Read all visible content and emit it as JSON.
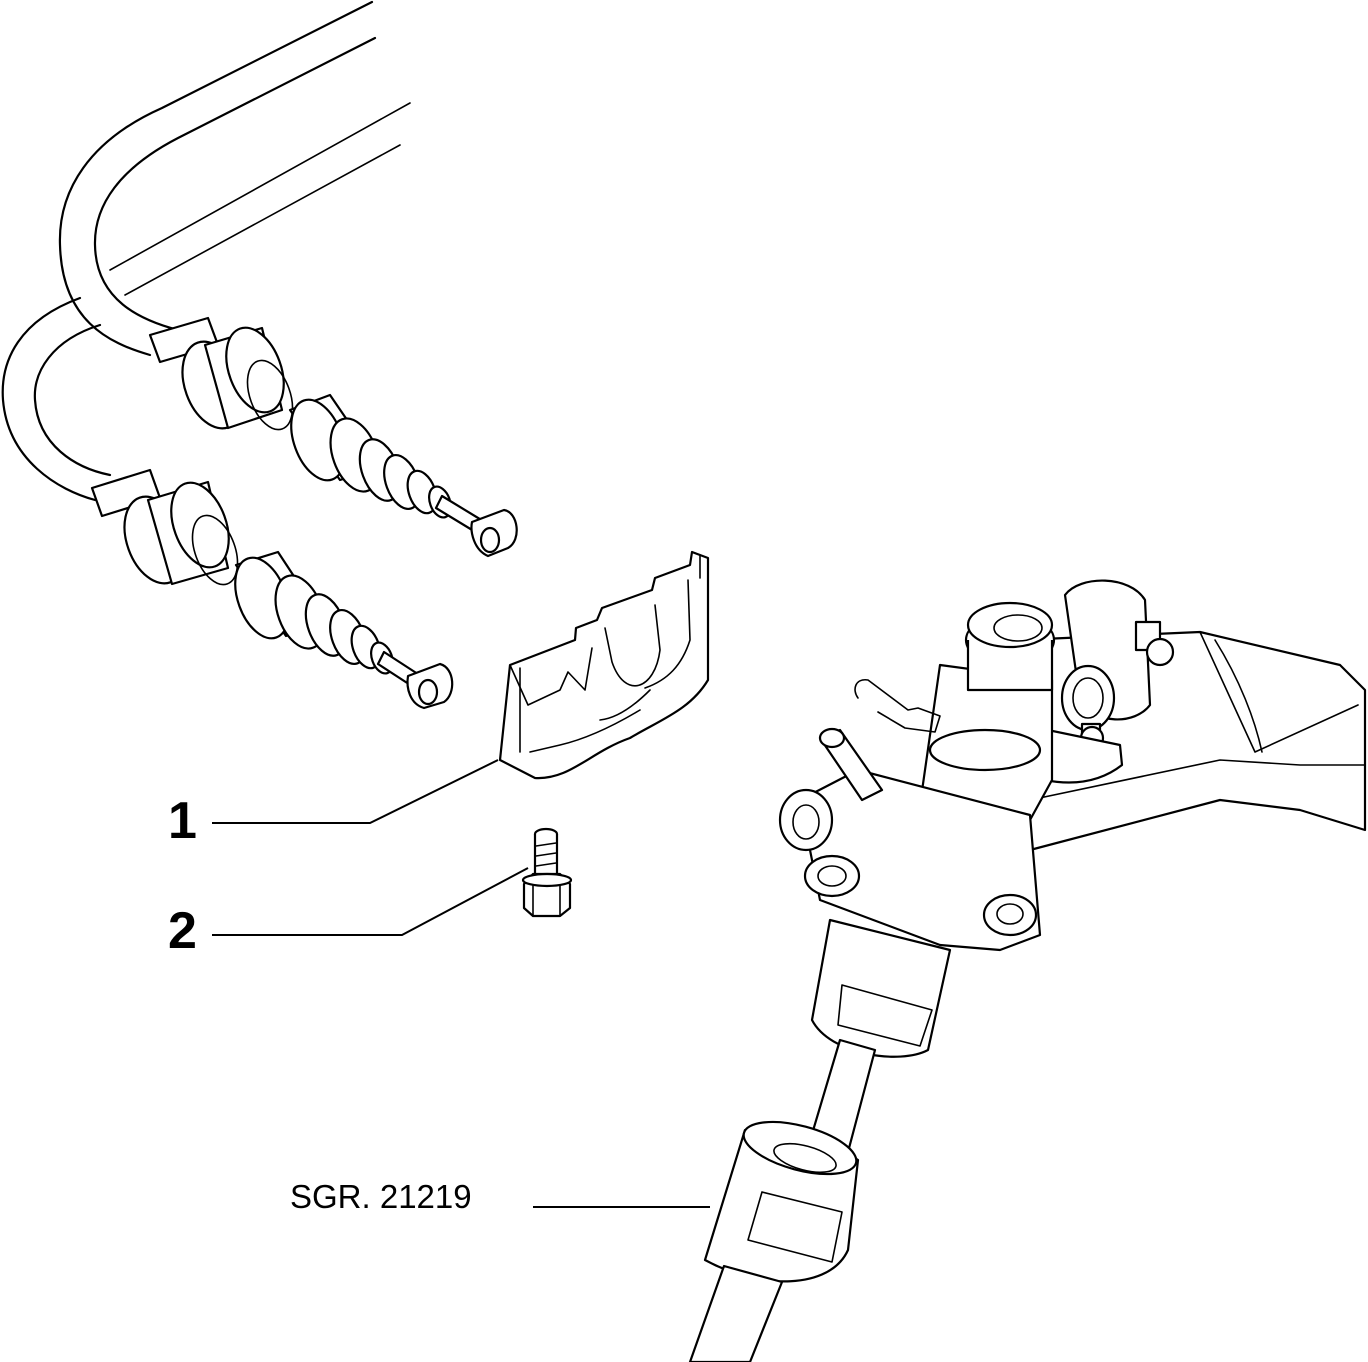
{
  "callouts": [
    {
      "number": "1"
    },
    {
      "number": "2"
    }
  ],
  "reference": {
    "text": "SGR. 21219"
  },
  "colors": {
    "ink": "#000000",
    "paper": "#ffffff"
  }
}
